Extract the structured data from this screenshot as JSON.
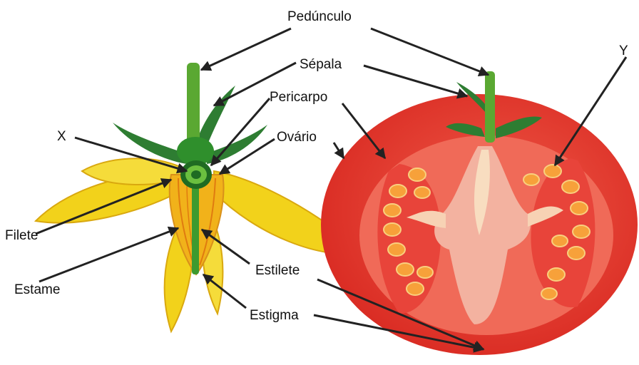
{
  "diagram": {
    "labels": {
      "peduncle": "Pedúnculo",
      "sepal": "Sépala",
      "pericarp": "Pericarpo",
      "ovary": "Ovário",
      "x": "X",
      "y": "Y",
      "filament": "Filete",
      "stamen": "Estame",
      "style": "Estilete",
      "stigma": "Estigma"
    },
    "colors": {
      "petal": "#f2d21b",
      "petal_dark": "#d9a80f",
      "stamen": "#f1b21a",
      "stem_green": "#5aa832",
      "leaf_dark_green": "#2e7d32",
      "tomato_outer": "#e8342a",
      "tomato_flesh": "#f06a58",
      "tomato_core": "#f3b2a0",
      "seed": "#f7a13a",
      "arrow": "#222222"
    }
  }
}
